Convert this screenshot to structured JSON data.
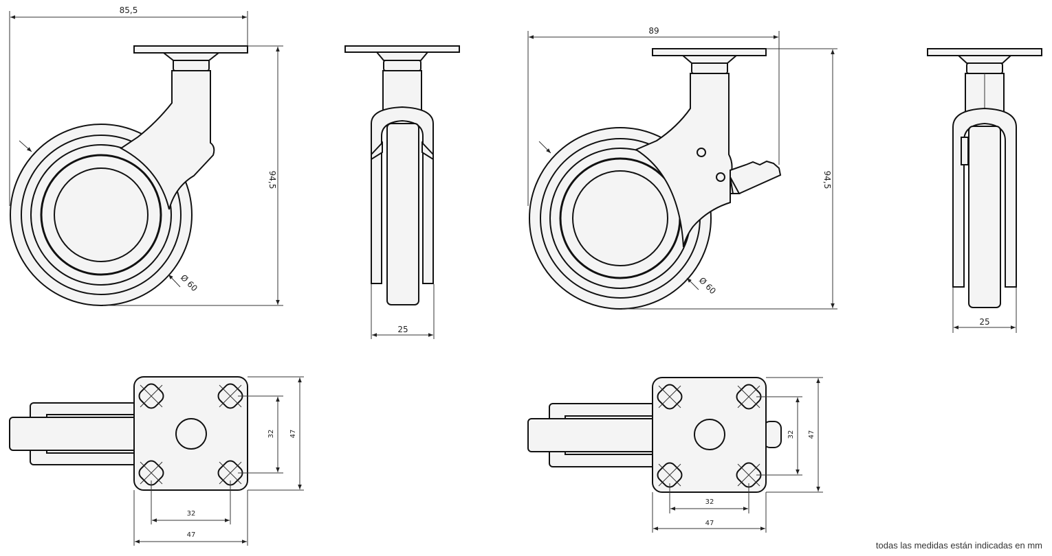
{
  "dimensions": {
    "width_fixed": "85,5",
    "width_brake": "89",
    "height_fixed": "94,5",
    "height_brake": "94,5",
    "diameter_fixed": "Ø 60",
    "diameter_brake": "Ø 60",
    "wheel_width_fixed": "25",
    "wheel_width_brake": "25",
    "plate_holes_v_fixed": "32",
    "plate_size_v_fixed": "47",
    "plate_holes_h_fixed": "32",
    "plate_size_h_fixed": "47",
    "plate_holes_v_brake": "32",
    "plate_size_v_brake": "47",
    "plate_holes_h_brake": "32",
    "plate_size_h_brake": "47"
  },
  "footnote": "todas las medidas están indicadas en mm"
}
